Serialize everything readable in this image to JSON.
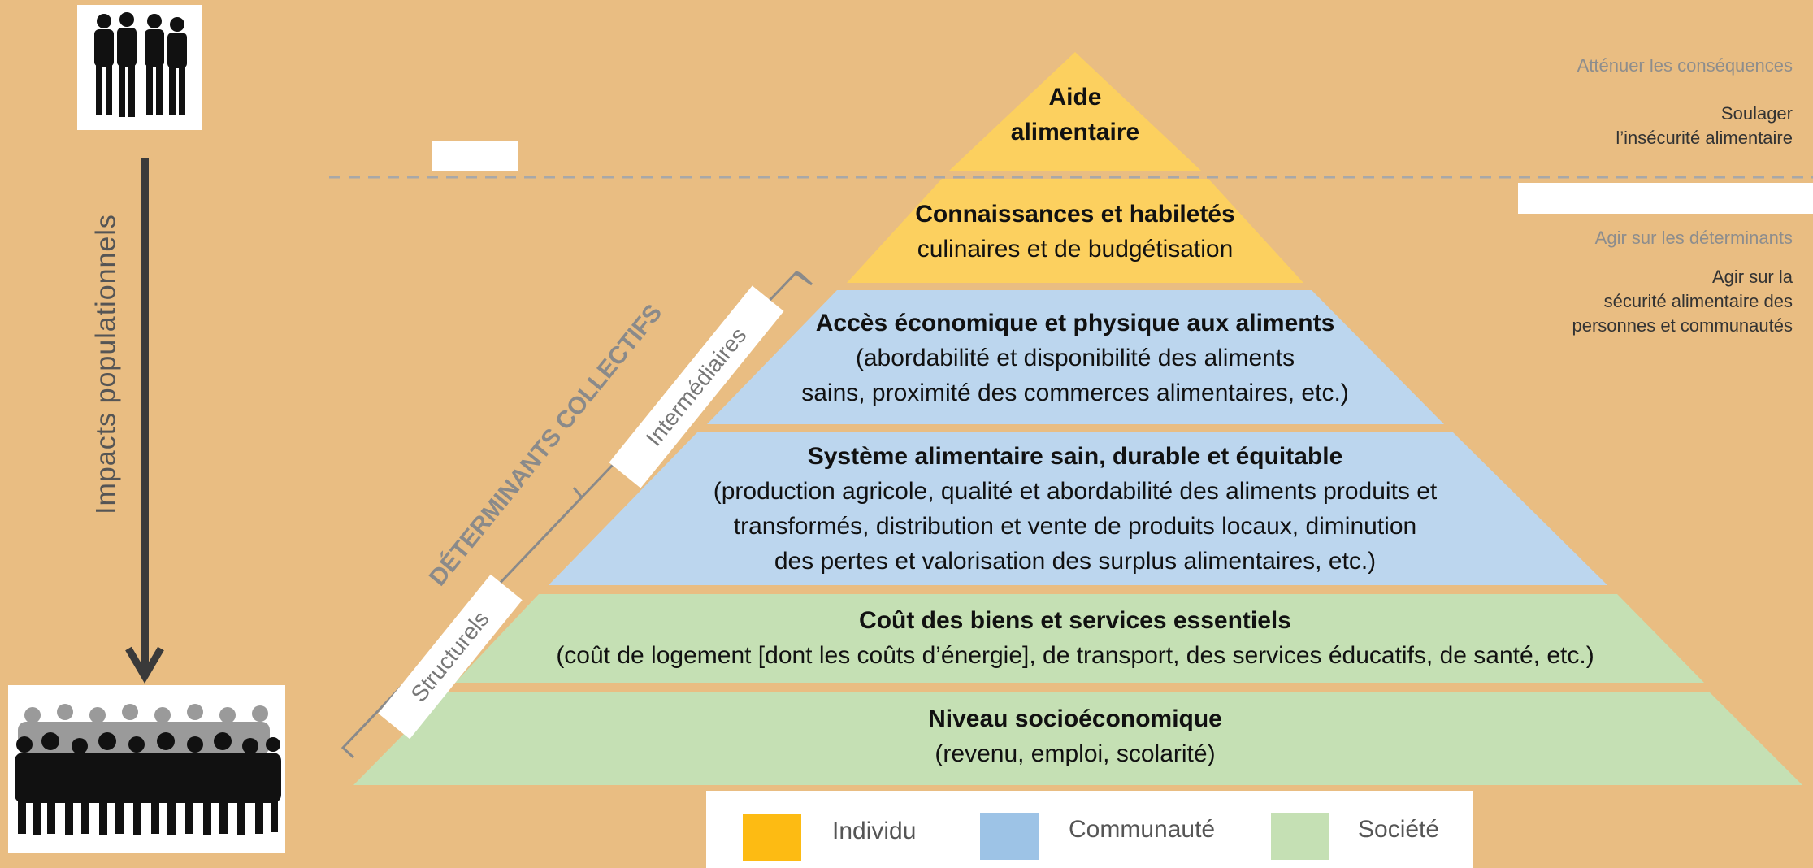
{
  "pyramid": {
    "tiers": [
      {
        "id": "aide",
        "title_lines": [
          "Aide",
          "alimentaire"
        ],
        "subtitle_lines": [],
        "color": "#fcd05f"
      },
      {
        "id": "connaissances",
        "title_lines": [
          "Connaissances et habiletés"
        ],
        "subtitle_lines": [
          "culinaires et de budgétisation"
        ],
        "color": "#fcd05f"
      },
      {
        "id": "acces",
        "title_lines": [
          "Accès économique et physique aux aliments"
        ],
        "subtitle_lines": [
          "(abordabilité et disponibilité des aliments",
          "sains, proximité des commerces alimentaires, etc.)"
        ],
        "color": "#bcd6ee"
      },
      {
        "id": "systeme",
        "title_lines": [
          "Système alimentaire sain, durable et équitable"
        ],
        "subtitle_lines": [
          "(production agricole, qualité et abordabilité des aliments produits et",
          "transformés, distribution et vente de produits locaux, diminution",
          "des pertes et valorisation des surplus alimentaires, etc.)"
        ],
        "color": "#bcd6ee"
      },
      {
        "id": "cout",
        "title_lines": [
          "Coût des biens et services essentiels"
        ],
        "subtitle_lines": [
          "(coût de logement [dont les coûts d’énergie], de transport, des services éducatifs, de santé, etc.)"
        ],
        "color": "#c5e0b4"
      },
      {
        "id": "niveau",
        "title_lines": [
          "Niveau socioéconomique"
        ],
        "subtitle_lines": [
          "(revenu, emploi, scolarité)"
        ],
        "color": "#c5e0b4"
      }
    ]
  },
  "left_axis": {
    "label": "Impacts populationnels",
    "top_icon": "small-group-silhouette-icon",
    "bottom_icon": "crowd-silhouette-icon"
  },
  "determinants": {
    "main_label": "DÉTERMINANTS COLLECTIFS",
    "intermediaires": "Intermédiaires",
    "structurels": "Structurels"
  },
  "right_notes": {
    "attenuer": "Atténuer les conséquences",
    "soulager_lines": [
      "Soulager",
      "l’insécurité alimentaire"
    ],
    "agir_determinants": "Agir sur les déterminants",
    "agir_securite_lines": [
      "Agir sur la",
      "sécurité alimentaire des",
      "personnes et communautés"
    ]
  },
  "legend": [
    {
      "label": "Individu",
      "color": "#fdbb13"
    },
    {
      "label": "Communauté",
      "color": "#9dc3e6"
    },
    {
      "label": "Société",
      "color": "#c5e0b4"
    }
  ],
  "colors": {
    "background": "#e9bd82",
    "dashed_line": "#a8a8a8",
    "arrow": "#3a3a3a",
    "determinant_text": "#8a8a8a"
  }
}
